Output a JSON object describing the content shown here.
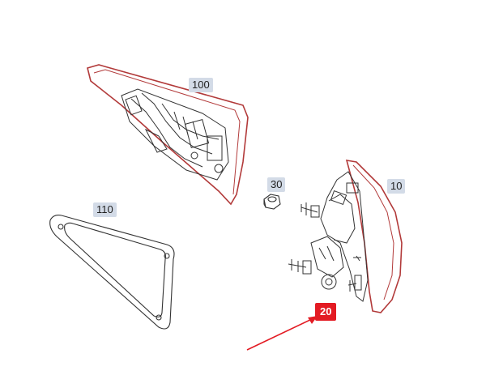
{
  "callouts": {
    "c100": "100",
    "c30": "30",
    "c10": "10",
    "c110": "110",
    "c20": "20"
  },
  "colors": {
    "line": "#333333",
    "lens": "#b23a3a",
    "highlight": "#e31b23",
    "callout_bg": "#d3dbe7"
  }
}
